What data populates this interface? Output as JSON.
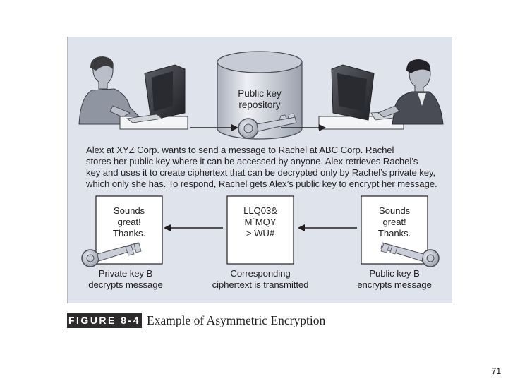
{
  "repository": {
    "line1": "Public key",
    "line2": "repository"
  },
  "description": {
    "lines": [
      "Alex at XYZ Corp. wants to send a message to Rachel at ABC Corp. Rachel",
      "stores her public key where it can be accessed by anyone. Alex retrieves Rachel’s",
      "key and uses it to create ciphertext that can be decrypted only by Rachel’s private key,",
      "which only she has. To respond, Rachel gets Alex’s public key to encrypt her message."
    ]
  },
  "left_box": {
    "lines": [
      "Sounds",
      "great!",
      "Thanks."
    ]
  },
  "middle_box": {
    "lines": [
      "LLQ03&",
      "M´MQY",
      ">  WU#"
    ]
  },
  "right_box": {
    "lines": [
      "Sounds",
      "great!",
      "Thanks."
    ]
  },
  "labels": {
    "left": [
      "Private key B",
      "decrypts message"
    ],
    "middle": [
      "Corresponding",
      "ciphertext is transmitted"
    ],
    "right": [
      "Public key B",
      "encrypts message"
    ]
  },
  "figure": {
    "tag": "FIGURE 8-4",
    "title": "Example of Asymmetric Encryption"
  },
  "page_number": "71",
  "icons": [
    "person-left-icon",
    "computer-left-icon",
    "database-icon",
    "key-icon",
    "computer-right-icon",
    "person-right-icon",
    "arrow-icon"
  ],
  "colors": {
    "panel": "#dfe3ec",
    "ink": "#231f20",
    "cylinder": "#c9ced8",
    "box_fill": "#ffffff"
  }
}
